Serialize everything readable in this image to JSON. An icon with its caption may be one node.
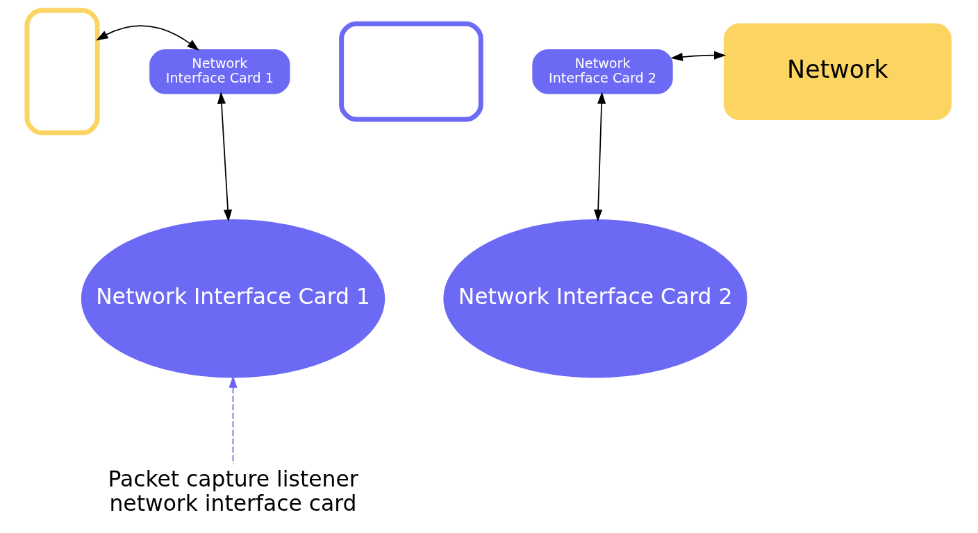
{
  "diagram": {
    "nodes": [
      {
        "text": [],
        "shape": "box"
      },
      {
        "text": [
          "Network Interface Card 1"
        ]
      },
      {
        "text": [],
        "shape": "box"
      },
      {
        "text": [
          "Network Interface Card 2"
        ]
      },
      {
        "text": [
          "Network"
        ]
      },
      {
        "text": [
          "Network Interface Card 1"
        ]
      },
      {
        "text": [
          "Network Interface Card 2"
        ]
      },
      {
        "text": [
          "Packet capture listener network interface card"
        ]
      }
    ],
    "edges": [
      {
        "from": 0,
        "to": 1,
        "arrow": "both"
      },
      {
        "from": 3,
        "to": 4,
        "arrow": "both"
      },
      {
        "from": 1,
        "to": 5,
        "arrow": "both"
      },
      {
        "from": 3,
        "to": 6,
        "arrow": "both"
      },
      {
        "from": 7,
        "to": 5,
        "arrow": "to",
        "style": "dashed",
        "color": "#6c63f0"
      }
    ]
  }
}
